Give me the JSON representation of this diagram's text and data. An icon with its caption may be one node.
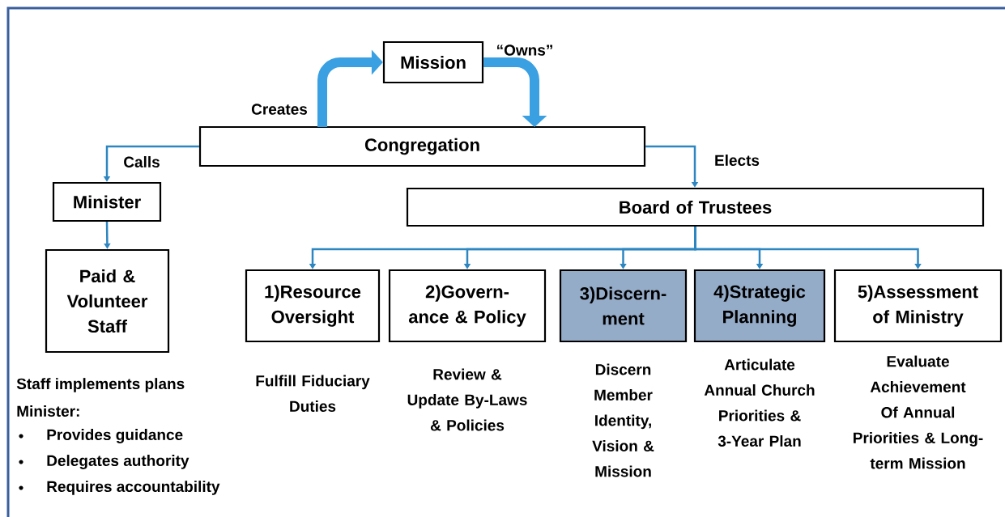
{
  "diagram": {
    "nodes": [
      {
        "text": [
          "Mission"
        ]
      },
      {
        "text": [
          "Congregation"
        ]
      },
      {
        "text": [
          "Minister"
        ]
      },
      {
        "text": [
          "Board of Trustees"
        ]
      },
      {
        "text": [
          "Paid & Volunteer Staff"
        ]
      },
      {
        "text": [
          "1)Resource Oversight"
        ],
        "beside": [
          "Fulfill Fiduciary Duties"
        ]
      },
      {
        "text": [
          "2)Govern- ance & Policy"
        ],
        "beside": [
          "Review & Update By-Laws & Policies"
        ]
      },
      {
        "text": [
          "3)Discern- ment"
        ],
        "beside": [
          "Discern Member Identity, Vision & Mission"
        ]
      },
      {
        "text": [
          "4)Strategic Planning"
        ],
        "beside": [
          "Articulate Annual Church Priorities & 3-Year Plan"
        ]
      },
      {
        "text": [
          "5)Assessment of Ministry"
        ],
        "beside": [
          "Evaluate Achievement Of Annual Priorities & Long-term Mission"
        ]
      }
    ],
    "edges": [
      {
        "from": 1,
        "to": 0,
        "arrow": "to",
        "label": "Creates",
        "style": "thick",
        "color": "#3aa0e2"
      },
      {
        "from": 0,
        "to": 1,
        "arrow": "to",
        "label": "“Owns”",
        "style": "thick",
        "color": "#3aa0e2"
      },
      {
        "from": 1,
        "to": 2,
        "arrow": "to",
        "label": "Calls"
      },
      {
        "from": 1,
        "to": 3,
        "arrow": "to",
        "label": "Elects"
      },
      {
        "from": 2,
        "to": 4,
        "arrow": "to"
      },
      {
        "from": 3,
        "to": 5,
        "arrow": "to"
      },
      {
        "from": 3,
        "to": 6,
        "arrow": "to"
      },
      {
        "from": 3,
        "to": 7,
        "arrow": "to"
      },
      {
        "from": 3,
        "to": 8,
        "arrow": "to"
      },
      {
        "from": 3,
        "to": 9,
        "arrow": "to"
      }
    ],
    "labels": [
      "Staff implements plans",
      "Minister:",
      "Provides guidance",
      "Delegates authority",
      "Requires accountability"
    ]
  }
}
